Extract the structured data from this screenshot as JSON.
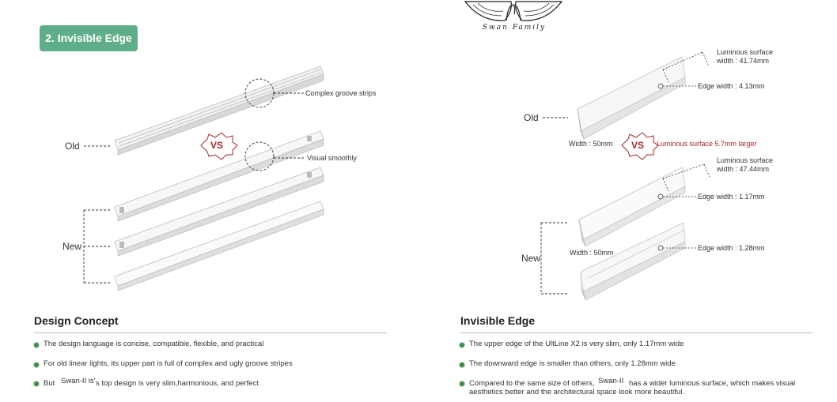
{
  "badge": {
    "label": "2. Invisible Edge"
  },
  "logo": {
    "text": "Swan Family"
  },
  "left_diagram": {
    "old_label": "Old",
    "new_label": "New",
    "vs_label": "VS",
    "callout_complex": "Complex groove strips",
    "callout_smooth": "Visual smoothly"
  },
  "right_diagram": {
    "old_label": "Old",
    "new_label": "New",
    "vs_label": "VS",
    "old_luminous_1": "Luminous surface",
    "old_luminous_2": "width : 41.74mm",
    "old_edge": "Edge width : 4.13mm",
    "old_width": "Width :  50mm",
    "comparison": "Luminous surface 5.7mm larger",
    "new_luminous_1": "Luminous surface",
    "new_luminous_2": "width : 47.44mm",
    "new_edge_top": "Edge width : 1.17mm",
    "new_width": "Width :  50mm",
    "new_edge_bottom": "Edge width : 1.28mm"
  },
  "design_concept": {
    "title": "Design Concept",
    "bullets": [
      "The design language is concise, compatible, flexible, and practical",
      "For old linear lights, its upper part is full of complex and ugly groove stripes"
    ],
    "bullet3_prefix": "But",
    "bullet3_product": "Swan-II is'",
    "bullet3_suffix": "s top design is very slim,harmonious, and perfect"
  },
  "invisible_edge": {
    "title": "Invisible Edge",
    "bullets": [
      "The upper edge of the UltLine X2 is very slim,  only 1.17mm wide",
      "The downward edge is smaller than others, only 1.28mm wide"
    ],
    "bullet3_prefix": "Compared to the same size of others,",
    "bullet3_product": "Swan-II",
    "bullet3_suffix": "has a wider luminous surface, which makes visual",
    "bullet3_line2": "aesthetics better and the architectural space look more beautiful."
  },
  "colors": {
    "badge": "#5fae8a",
    "vs_red": "#a3272a",
    "bullet_green": "#3f8a4a"
  }
}
